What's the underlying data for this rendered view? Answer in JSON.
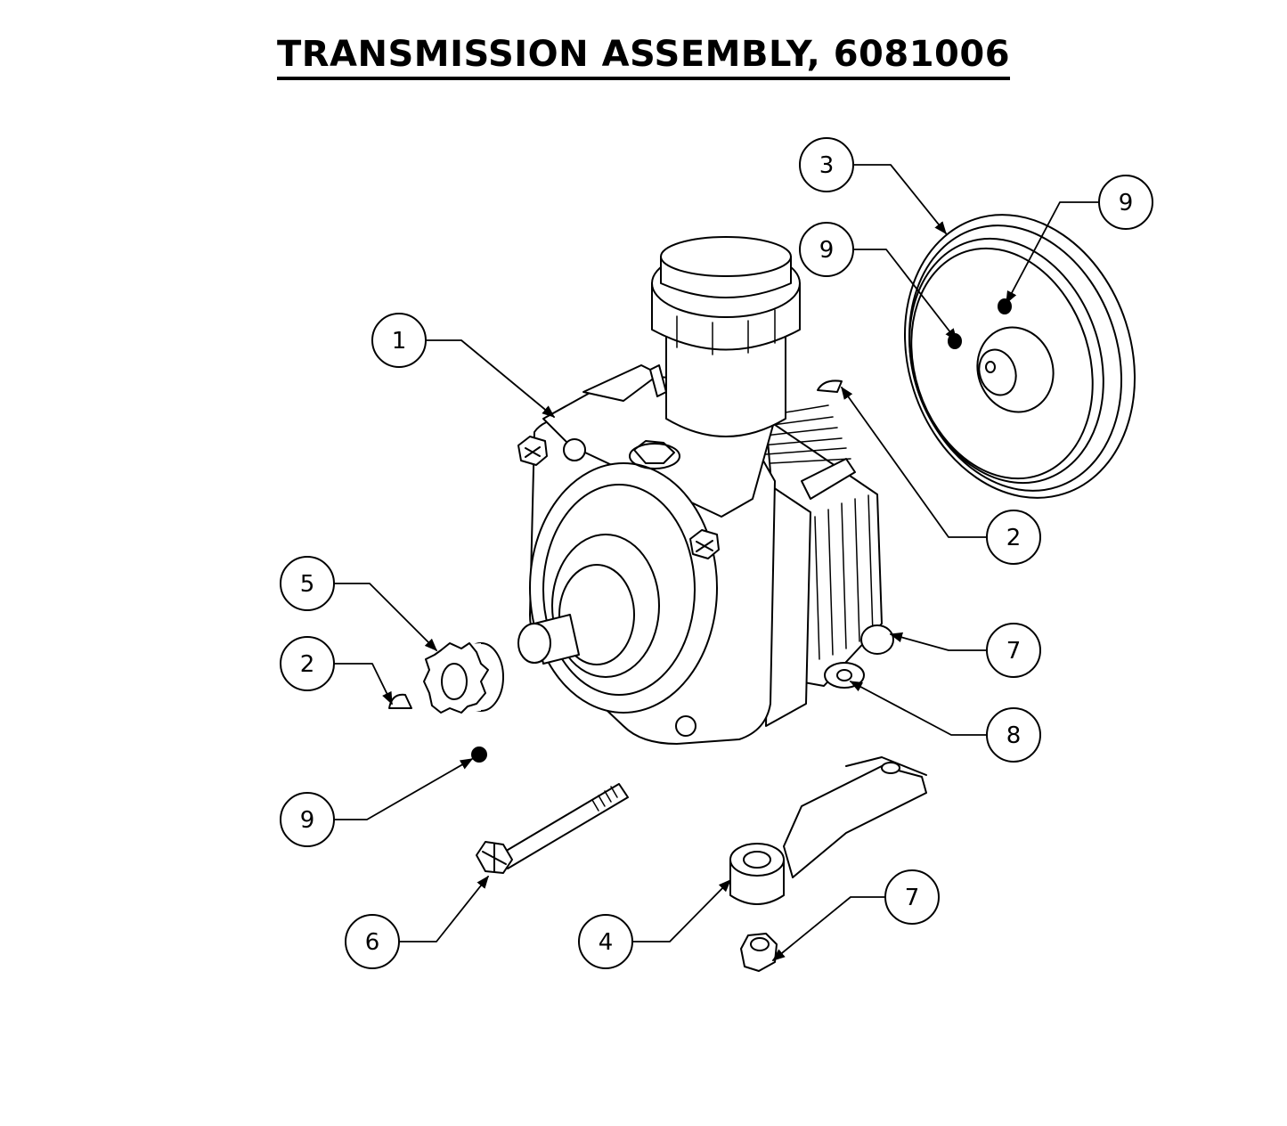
{
  "title": "TRANSMISSION ASSEMBLY, 6081006",
  "callouts": [
    {
      "id": "c1",
      "label": "1"
    },
    {
      "id": "c2a",
      "label": "2"
    },
    {
      "id": "c2b",
      "label": "2"
    },
    {
      "id": "c3",
      "label": "3"
    },
    {
      "id": "c4",
      "label": "4"
    },
    {
      "id": "c5",
      "label": "5"
    },
    {
      "id": "c6",
      "label": "6"
    },
    {
      "id": "c7a",
      "label": "7"
    },
    {
      "id": "c7b",
      "label": "7"
    },
    {
      "id": "c8",
      "label": "8"
    },
    {
      "id": "c9a",
      "label": "9"
    },
    {
      "id": "c9b",
      "label": "9"
    },
    {
      "id": "c9c",
      "label": "9"
    }
  ]
}
